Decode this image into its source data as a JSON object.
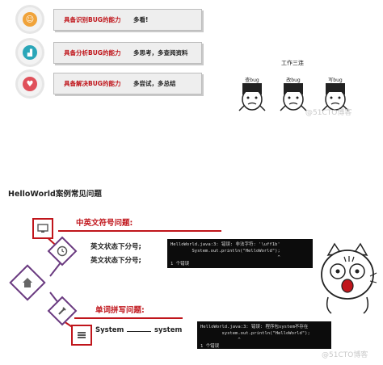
{
  "skills": [
    {
      "title": "具备识别BUG的能力",
      "desc": "多看!",
      "color": "#f0a33a",
      "icon": "smile-icon"
    },
    {
      "title": "具备分析BUG的能力",
      "desc": "多思考，多查阅资料",
      "color": "#2aa6b8",
      "icon": "chart-icon"
    },
    {
      "title": "具备解决BUG的能力",
      "desc": "多尝试，多总结",
      "color": "#e0505a",
      "icon": "heart-icon"
    }
  ],
  "faces": {
    "title": "工作三连",
    "labels": [
      "查bug",
      "改bug",
      "写bug"
    ]
  },
  "watermark": "@51CTO博客",
  "section_title": "HelloWorld案例常见问题",
  "problem1": {
    "title": "中英文符号问题:",
    "line1": "英文状态下分号;",
    "line2": "英文状态下分号;",
    "console": "HelloWorld.java:3: 错误: 非法字符: '\\uff1b'\n        System.out.println(\"HelloWorld\");\n                                        ^\n1 个错误"
  },
  "problem2": {
    "title": "单词拼写问题:",
    "left": "System",
    "right": "system",
    "console": "HelloWorld.java:3: 错误: 程序包system不存在\n        system.out.println(\"HelloWorld\");\n              ^\n1 个错误"
  }
}
